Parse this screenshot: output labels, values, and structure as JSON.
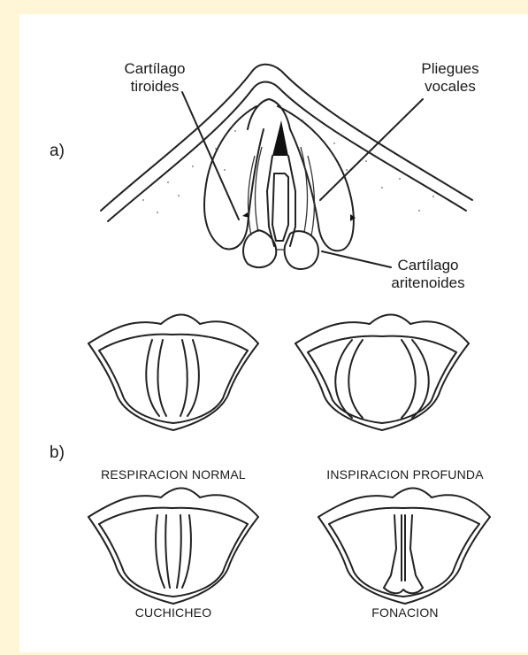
{
  "part_a": {
    "marker": "a)",
    "labels": {
      "thyroid_line1": "Cartílago",
      "thyroid_line2": "tiroides",
      "folds_line1": "Pliegues",
      "folds_line2": "vocales",
      "aryt_line1": "Cartílago",
      "aryt_line2": "aritenoides"
    }
  },
  "part_b": {
    "marker": "b)",
    "captions": {
      "normal": "RESPIRACION NORMAL",
      "deep": "INSPIRACION PROFUNDA",
      "whisper": "CUCHICHEO",
      "phonation": "FONACION"
    }
  }
}
